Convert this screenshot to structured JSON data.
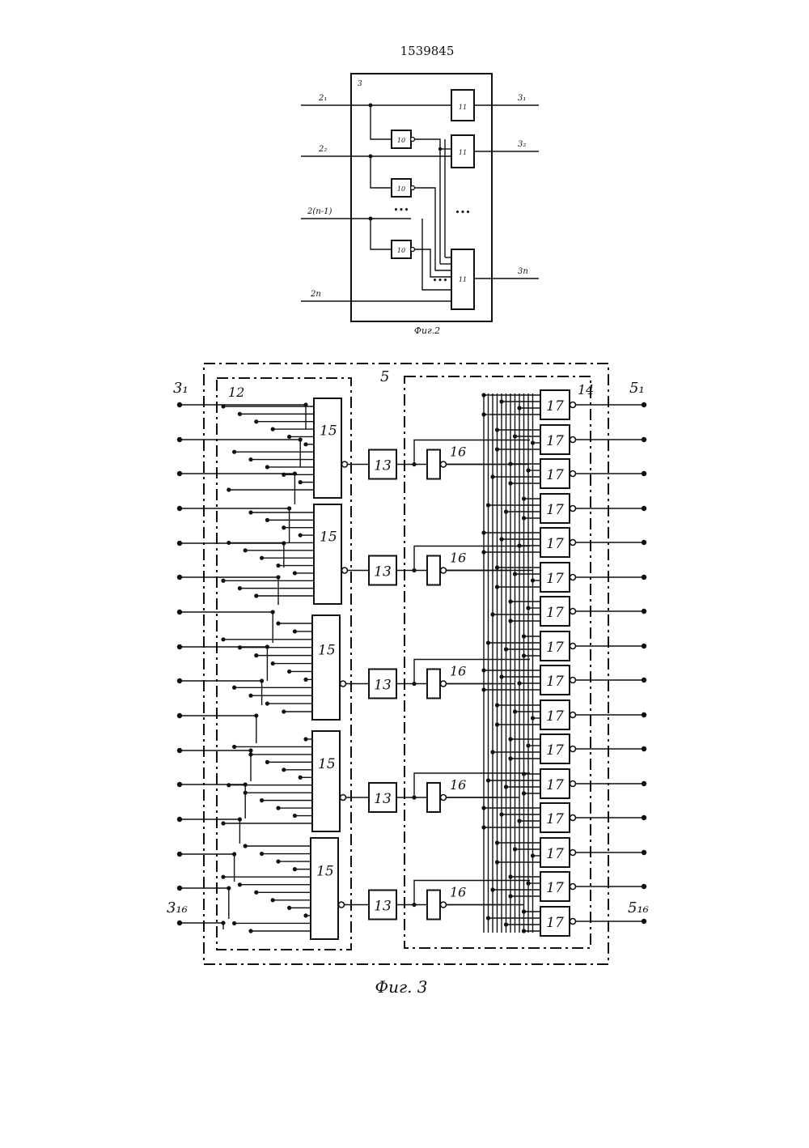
{
  "patent_number": "1539845",
  "fig2": {
    "block_label": "3",
    "inputs": [
      "2₁",
      "2₂",
      "2(n-1)",
      "2n"
    ],
    "outputs": [
      "3₁",
      "3₂",
      "3n"
    ],
    "label_10": "10",
    "label_11": "11",
    "ellipsis": "•••",
    "caption": "Фиг.2"
  },
  "fig3": {
    "block_label": "5",
    "block12_label": "12",
    "block14_label": "14",
    "label_13": "13",
    "label_15": "15",
    "label_16": "16",
    "label_17": "17",
    "input_first": "3₁",
    "input_last": "3₁₆",
    "output_first": "5₁",
    "output_last": "5₁₆",
    "caption": "Фиг. 3"
  }
}
